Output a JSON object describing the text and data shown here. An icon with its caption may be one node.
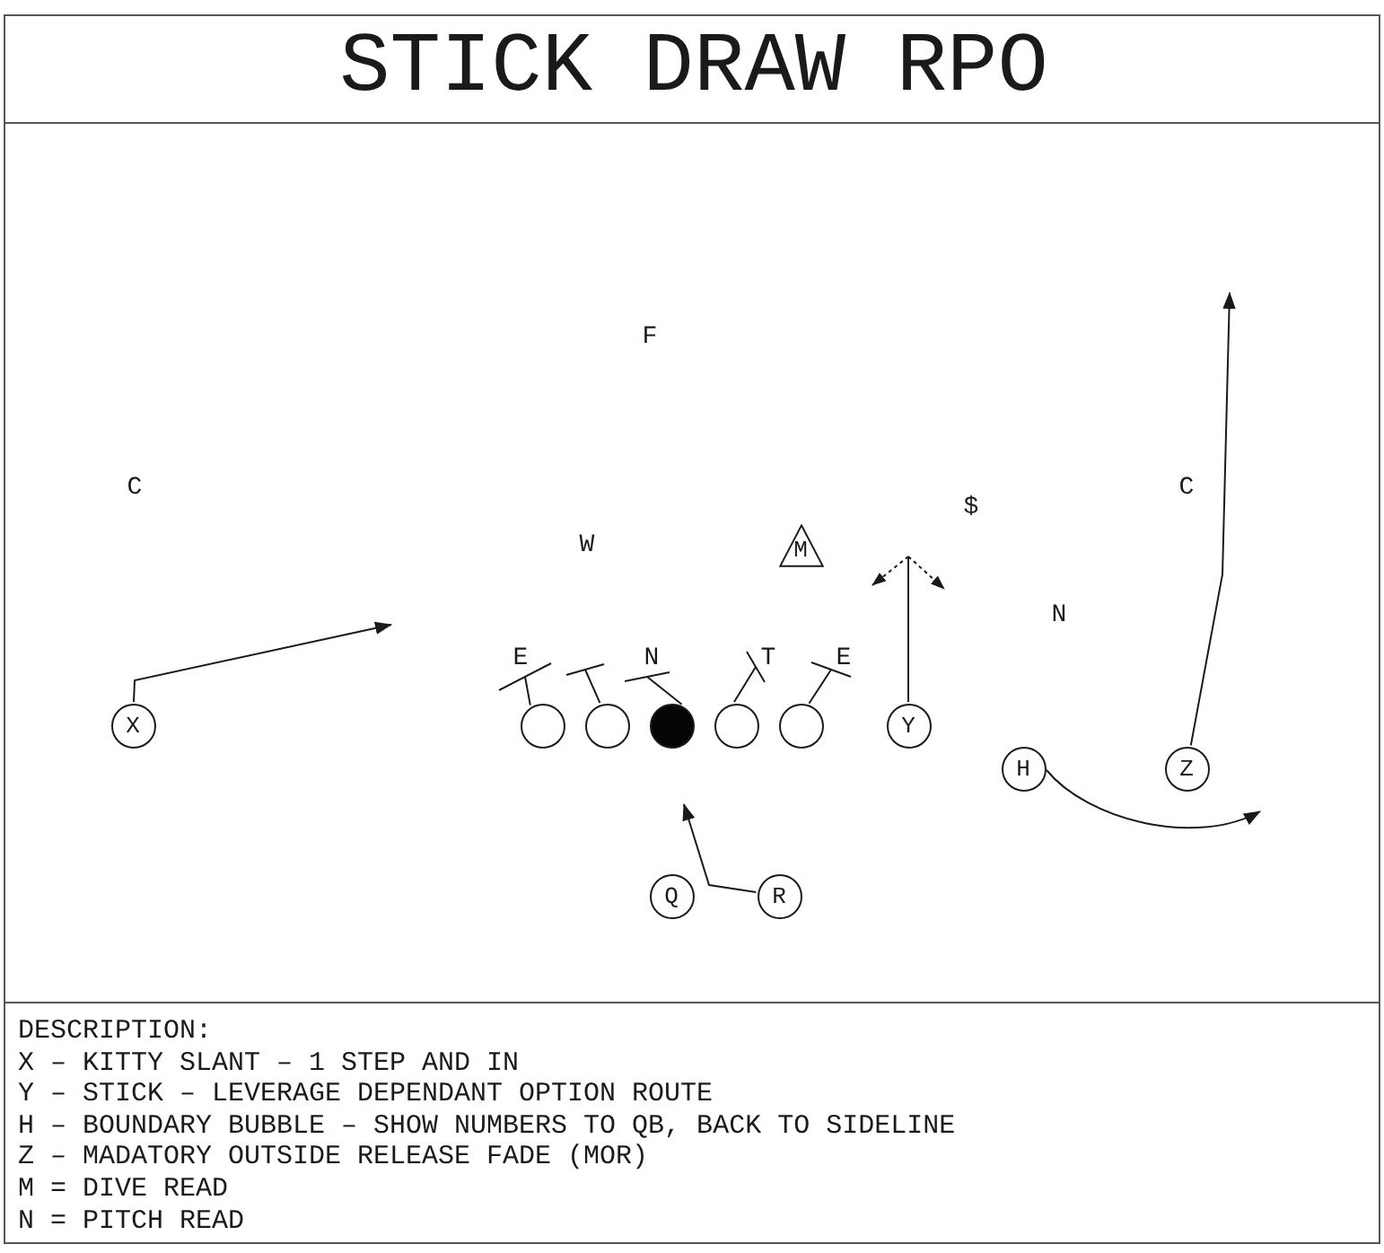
{
  "diagram": {
    "title": "STICK DRAW RPO",
    "nodes": [
      {
        "text": [
          "M"
        ]
      },
      {
        "text": [
          "E"
        ]
      },
      {
        "text": [
          "N"
        ]
      },
      {
        "text": [
          "T"
        ]
      },
      {
        "text": [
          "E"
        ]
      },
      {
        "text": [
          "X"
        ]
      },
      {
        "text": [],
        "shape": "circle"
      },
      {
        "text": [],
        "shape": "circle"
      },
      {
        "text": [],
        "shape": "circle"
      },
      {
        "text": [],
        "shape": "circle"
      },
      {
        "text": [],
        "shape": "circle"
      },
      {
        "text": [
          "Y"
        ]
      },
      {
        "text": [
          "H"
        ]
      },
      {
        "text": [
          "Z"
        ]
      },
      {
        "text": [
          "Q"
        ]
      },
      {
        "text": [
          "R"
        ]
      },
      {
        "text": [
          "DESCRIPTION:",
          "X – KITTY SLANT – 1 STEP AND IN",
          "Y – STICK – LEVERAGE DEPENDANT OPTION ROUTE",
          "H – BOUNDARY BUBBLE – SHOW NUMBERS TO QB, BACK TO SIDELINE",
          "Z – MADATORY OUTSIDE RELEASE FADE (MOR)",
          "M = DIVE READ",
          "N = PITCH READ"
        ]
      }
    ],
    "edges": [
      {
        "from": 5,
        "to": null,
        "arrow": "to"
      },
      {
        "from": 6,
        "to": 1,
        "arrow": "other"
      },
      {
        "from": 7,
        "to": null,
        "arrow": "other"
      },
      {
        "from": 8,
        "to": 2,
        "arrow": "other"
      },
      {
        "from": 9,
        "to": 3,
        "arrow": "other"
      },
      {
        "from": 10,
        "to": 4,
        "arrow": "other"
      },
      {
        "from": 11,
        "to": null,
        "arrow": "to",
        "style": "dashed"
      },
      {
        "from": 11,
        "to": null,
        "arrow": "to",
        "style": "dashed"
      },
      {
        "from": 12,
        "to": null,
        "arrow": "to"
      },
      {
        "from": 13,
        "to": null,
        "arrow": "to"
      },
      {
        "from": 15,
        "to": null,
        "arrow": "to"
      }
    ],
    "labels": [
      "F",
      "C",
      "C",
      "$",
      "W",
      "N"
    ]
  }
}
